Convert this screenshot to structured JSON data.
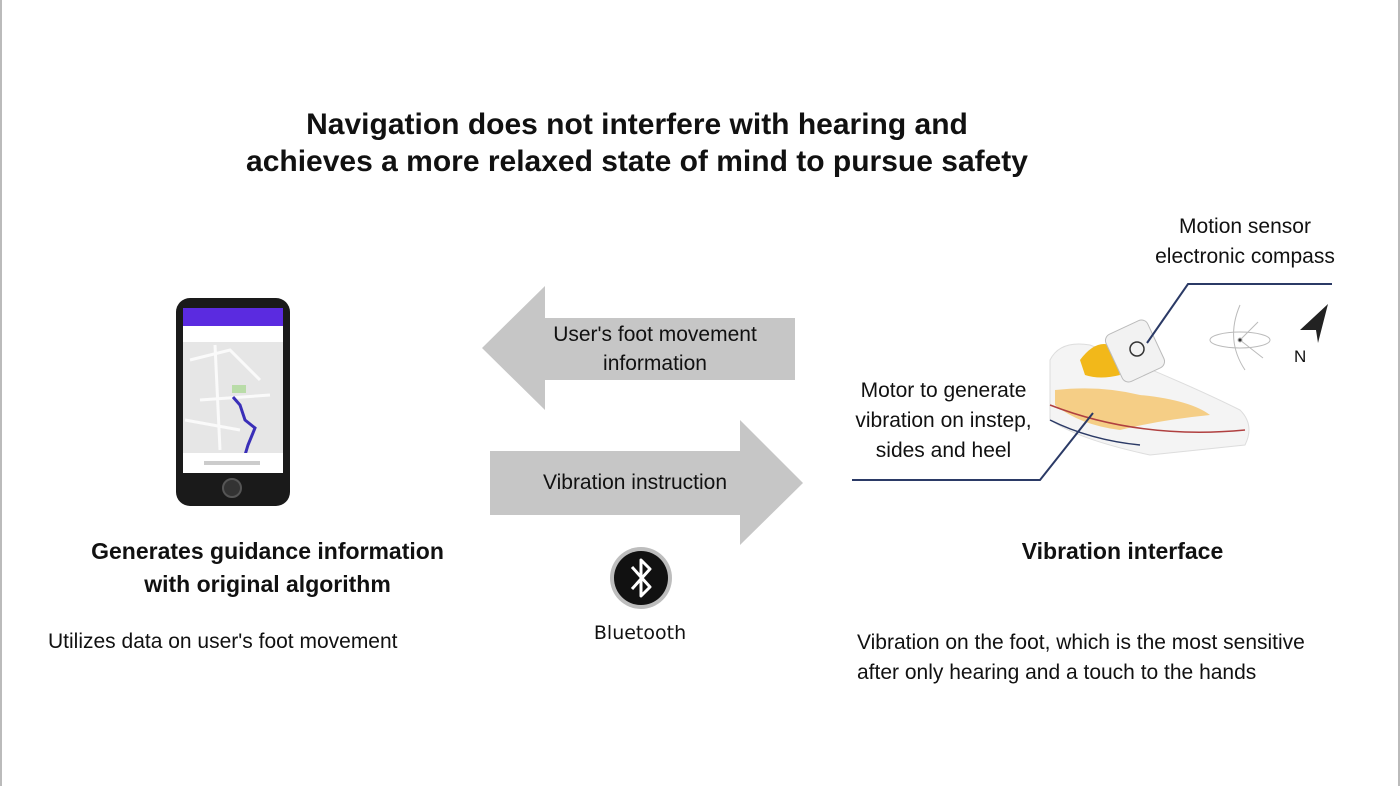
{
  "title": {
    "line1": "Navigation does not interfere with hearing and",
    "line2": "achieves a more relaxed state of mind to pursue safety"
  },
  "left": {
    "heading_line1": "Generates guidance information",
    "heading_line2": "with original algorithm",
    "description": "Utilizes data on user's foot movement"
  },
  "arrows": {
    "to_phone_line1": "User's foot movement",
    "to_phone_line2": "information",
    "to_shoe": "Vibration instruction"
  },
  "bluetooth": {
    "label": "Bluetooth"
  },
  "right": {
    "sensor_line1": "Motion sensor",
    "sensor_line2": "electronic compass",
    "motor_line1": "Motor to generate",
    "motor_line2": "vibration on instep,",
    "motor_line3": "sides and heel",
    "compass_label": "N",
    "heading": "Vibration interface",
    "description_line1": "Vibration on the foot, which is the most sensitive",
    "description_line2": "after only hearing and a touch to the hands"
  },
  "colors": {
    "arrow": "#c6c6c6",
    "leader_line": "#2b3a66",
    "phone_accent": "#5b2be0",
    "route": "#3a2fb8"
  }
}
